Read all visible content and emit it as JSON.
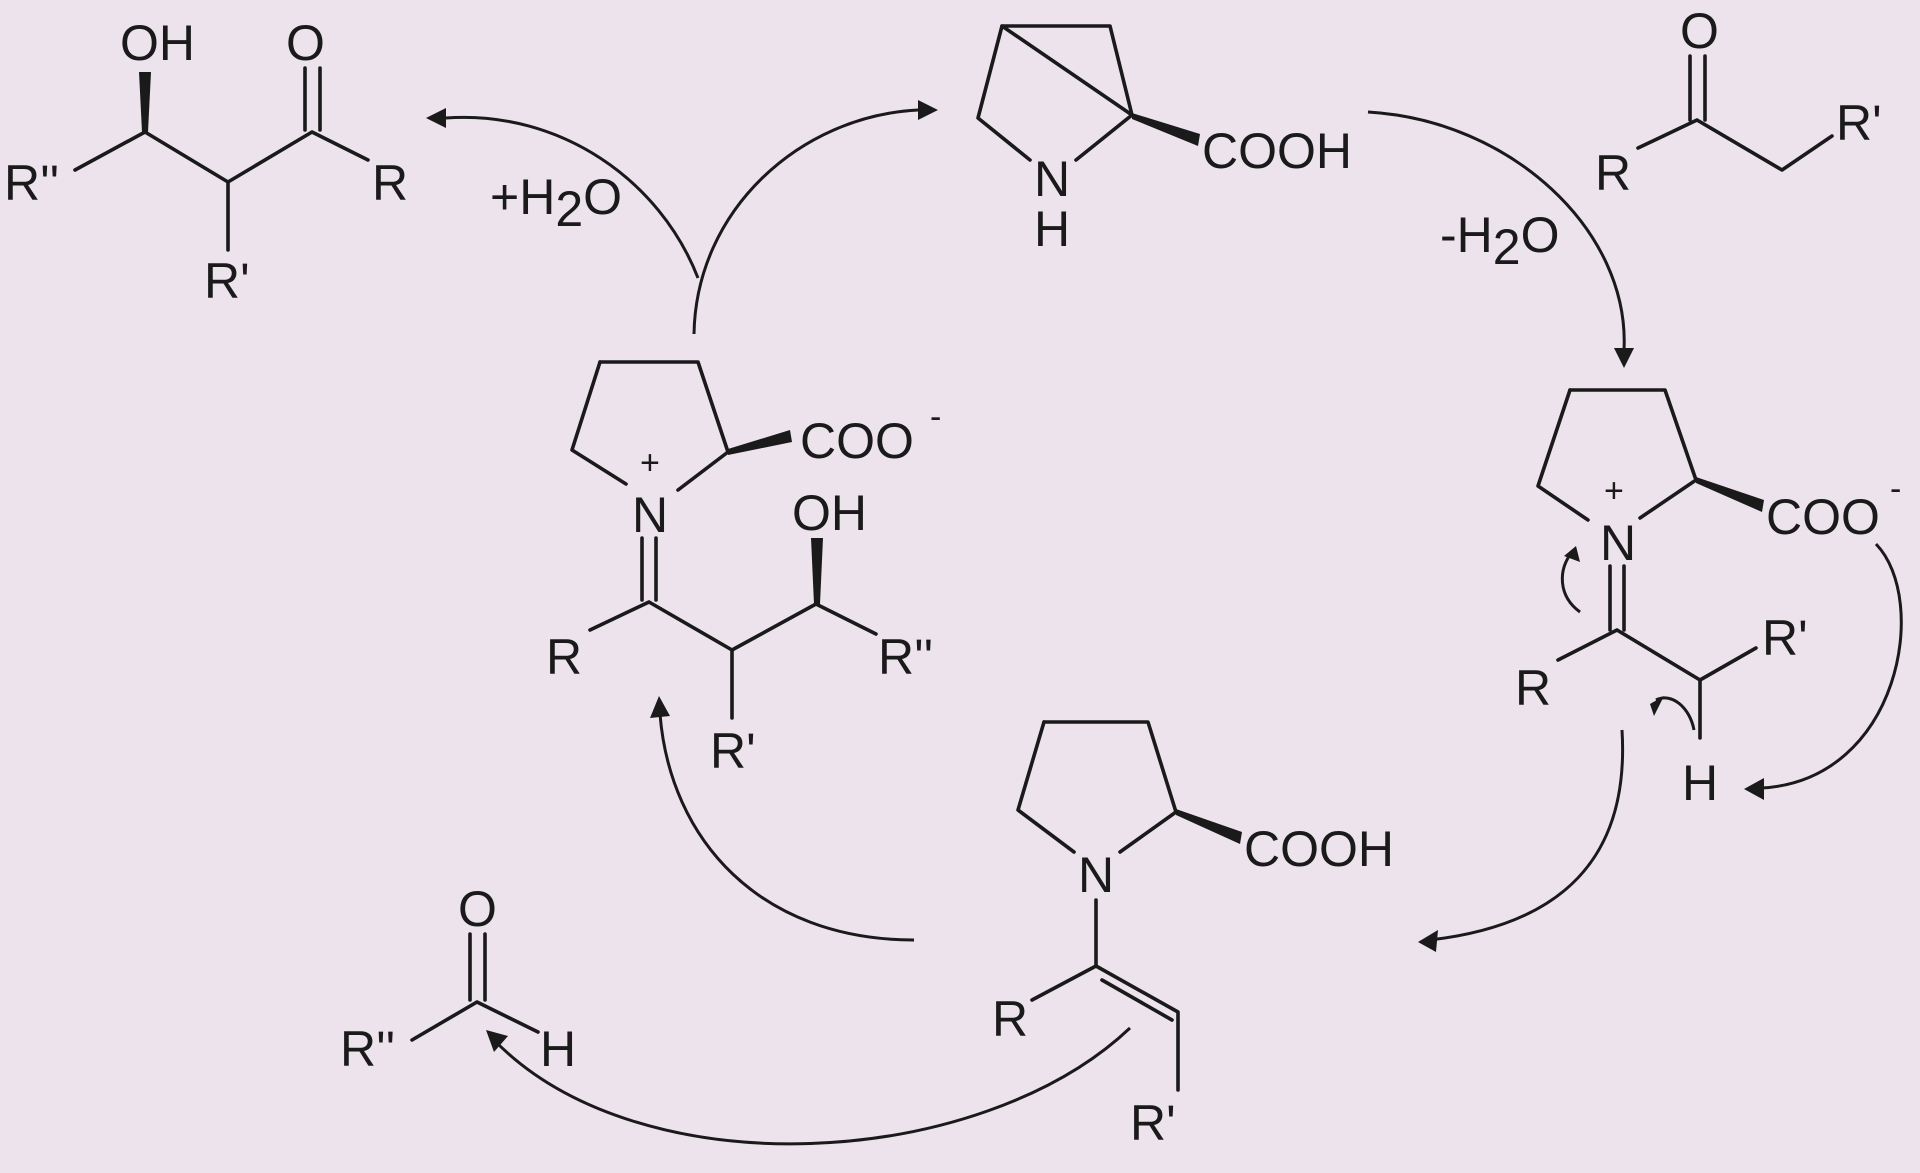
{
  "background_color": "#ede3ed",
  "ink_color": "#1a1a1a",
  "labels": {
    "proline_cooh": "COOH",
    "proline_nh_n": "N",
    "proline_nh_h": "H",
    "minus_water_prefix": "-H",
    "water_sub": "2",
    "water_o": "O",
    "plus_water_prefix": "+H",
    "ketone_o": "O",
    "ketone_r": "R",
    "ketone_r1": "R'",
    "product_oh": "OH",
    "product_o": "O",
    "product_r2": "R''",
    "product_r": "R",
    "product_r1": "R'",
    "iminium1_coo": "COO",
    "iminium1_minus": "-",
    "iminium1_plus": "+",
    "iminium1_n": "N",
    "iminium1_r": "R",
    "iminium1_r1": "R'",
    "iminium1_h": "H",
    "enamine_n": "N",
    "enamine_cooh": "COOH",
    "enamine_r": "R",
    "enamine_r1": "R'",
    "aldehyde_o": "O",
    "aldehyde_r2": "R''",
    "aldehyde_h": "H",
    "iminium2_plus": "+",
    "iminium2_n": "N",
    "iminium2_coo": "COO",
    "iminium2_minus": "-",
    "iminium2_oh": "OH",
    "iminium2_r": "R",
    "iminium2_r1": "R'",
    "iminium2_r2": "R''"
  }
}
